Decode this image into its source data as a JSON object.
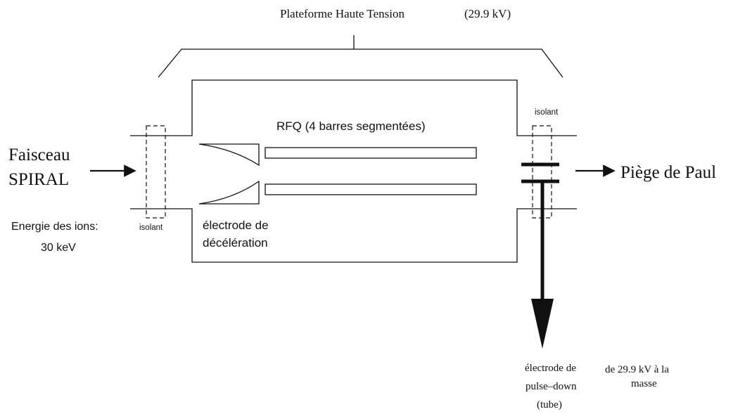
{
  "platform": {
    "label": "Plateforme Haute Tension",
    "voltage": "(29.9 kV)"
  },
  "rfq_label": "RFQ (4 barres segmentées)",
  "beam_in": {
    "line1": "Faisceau",
    "line2": "SPIRAL"
  },
  "beam_out": "Piège de Paul",
  "ion_energy": {
    "line1": "Energie des ions:",
    "line2": "30 keV"
  },
  "insulator_left": "isolant",
  "insulator_right": "isolant",
  "decel_electrode": {
    "line1": "électrode de",
    "line2": "décélération"
  },
  "pulse_electrode": {
    "line1": "électrode de",
    "line2": "pulse–down",
    "line3": "(tube)"
  },
  "pulse_voltage": {
    "line1": "de 29.9 kV à la",
    "line2": "masse"
  }
}
